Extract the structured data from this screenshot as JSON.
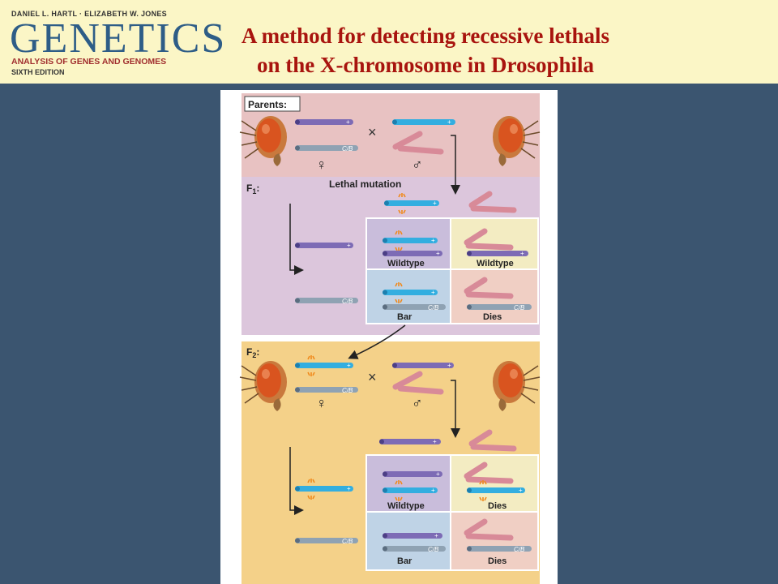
{
  "logo": {
    "authors": "DANIEL L. HARTL · ELIZABETH W. JONES",
    "word": "GENETICS",
    "subtitle": "ANALYSIS OF GENES AND GENOMES",
    "edition": "SIXTH EDITION"
  },
  "title": {
    "line1": "A method for detecting recessive lethals",
    "line2": "on the X-chromosome in Drosophila"
  },
  "figure": {
    "parents_label": "Parents:",
    "f1_label_main": "F",
    "f1_label_sub": "1",
    "f2_label_main": "F",
    "f2_label_sub": "2",
    "lethal_label": "Lethal mutation",
    "plus": "+",
    "cib": "C/B",
    "cross": "×",
    "female": "♀",
    "male": "♂",
    "f1_outcomes": [
      "Wildtype",
      "Wildtype",
      "Bar",
      "Dies"
    ],
    "f2_outcomes": [
      "Wildtype",
      "Dies",
      "Bar",
      "Dies"
    ]
  },
  "colors": {
    "header_bg": "#fbf6c6",
    "slide_bg": "#3b5570",
    "title": "#a8140e",
    "blue_chromosome": "#33aee0",
    "purple_chromosome": "#7d6bb5",
    "gray_chromosome": "#8fa2b3",
    "pink_y_chromosome": "#d88a98",
    "lethal_mark": "#f08a1c"
  }
}
